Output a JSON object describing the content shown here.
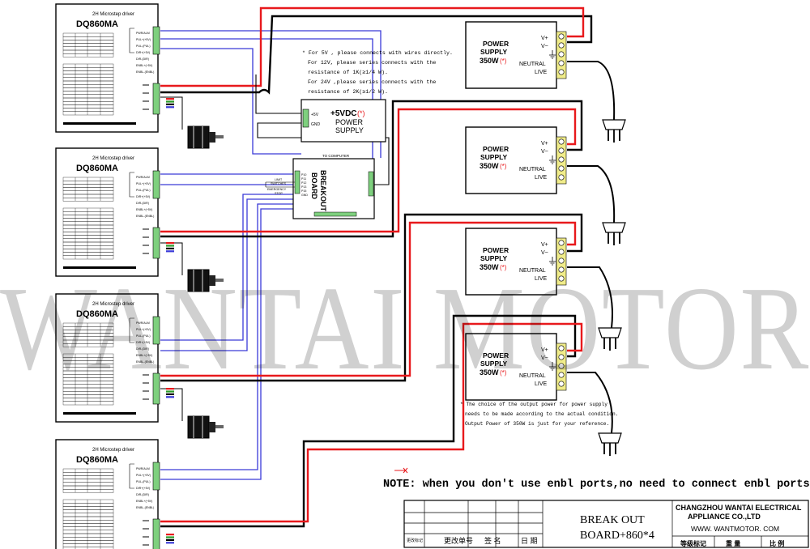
{
  "drivers": [
    {
      "header": "2H Microstep driver",
      "model": "DQ860MA"
    },
    {
      "header": "2H Microstep driver",
      "model": "DQ860MA"
    },
    {
      "header": "2H Microstep driver",
      "model": "DQ860MA"
    },
    {
      "header": "2H Microstep driver",
      "model": "DQ860MA"
    }
  ],
  "driver_pins": [
    "PWR/ALM",
    "PUL+(+5V)",
    "PUL-(PUL)",
    "DIR+(+5V)",
    "DIR-(DIR)",
    "ENBL+(+5V)",
    "ENBL-(ENBL)"
  ],
  "power_supplies": [
    {
      "line1": "POWER",
      "line2": "SUPPLY",
      "line3": "350W",
      "mark": "(*)"
    },
    {
      "line1": "POWER",
      "line2": "SUPPLY",
      "line3": "350W",
      "mark": "(*)"
    },
    {
      "line1": "POWER",
      "line2": "SUPPLY",
      "line3": "350W",
      "mark": "(*)"
    },
    {
      "line1": "POWER",
      "line2": "SUPPLY",
      "line3": "350W",
      "mark": "(*)"
    }
  ],
  "psu_terminals": [
    "V+",
    "V−",
    "NEUTRAL",
    "LIVE"
  ],
  "small_psu": {
    "title": "+5VDC",
    "mark": "(*)",
    "line2": "POWER",
    "line3": "SUPPLY",
    "pin1": "+5V",
    "pin2": "GND"
  },
  "breakout": {
    "title1": "BREAKOUT",
    "title2": "BOARD",
    "top_label": "TO COMPUTER",
    "left_labels": [
      "LIMIT",
      "SWITCHES",
      "EMERGENCY",
      "STOP"
    ],
    "pins": [
      "P10",
      "P11",
      "P12",
      "P13",
      "P15",
      "GND"
    ]
  },
  "notes": {
    "voltage_note": [
      "* For 5V , please connects with wires directly.",
      "For 12V, please series connects with the",
      "resistance of 1K(≥1/4 W).",
      "For 24V ,please series connects with the",
      "resistance of 2K(≥1/2 W)."
    ],
    "power_note": [
      "* The choice of  the output power for power supply",
      "needs to be made according to the actual condition.",
      "Output Power of 350W is just for your reference."
    ],
    "main_note": "NOTE: when you don't use enbl ports,no need to connect enbl ports"
  },
  "watermark": "WANTAI MOTOR",
  "title_block": {
    "drawing_title_1": "BREAK OUT",
    "drawing_title_2": "BOARD+860*4",
    "company_1": "CHANGZHOU WANTAI ELECTRICAL",
    "company_2": "APPLIANCE CO.,LTD",
    "website": "WWW. WANTMOTOR. COM",
    "col_1": "更改标记",
    "col_2": "更改单号",
    "col_3": "签  名",
    "col_4": "日 期",
    "grade": "等级标记",
    "weight": "重  量",
    "ratio": "比  例"
  },
  "colors": {
    "red_wire": "#e8191c",
    "black_wire": "#000000",
    "blue_wire": "#3a3ad8",
    "terminal_green": "#7ed07e",
    "psu_terminal": "#f0ec8a"
  }
}
